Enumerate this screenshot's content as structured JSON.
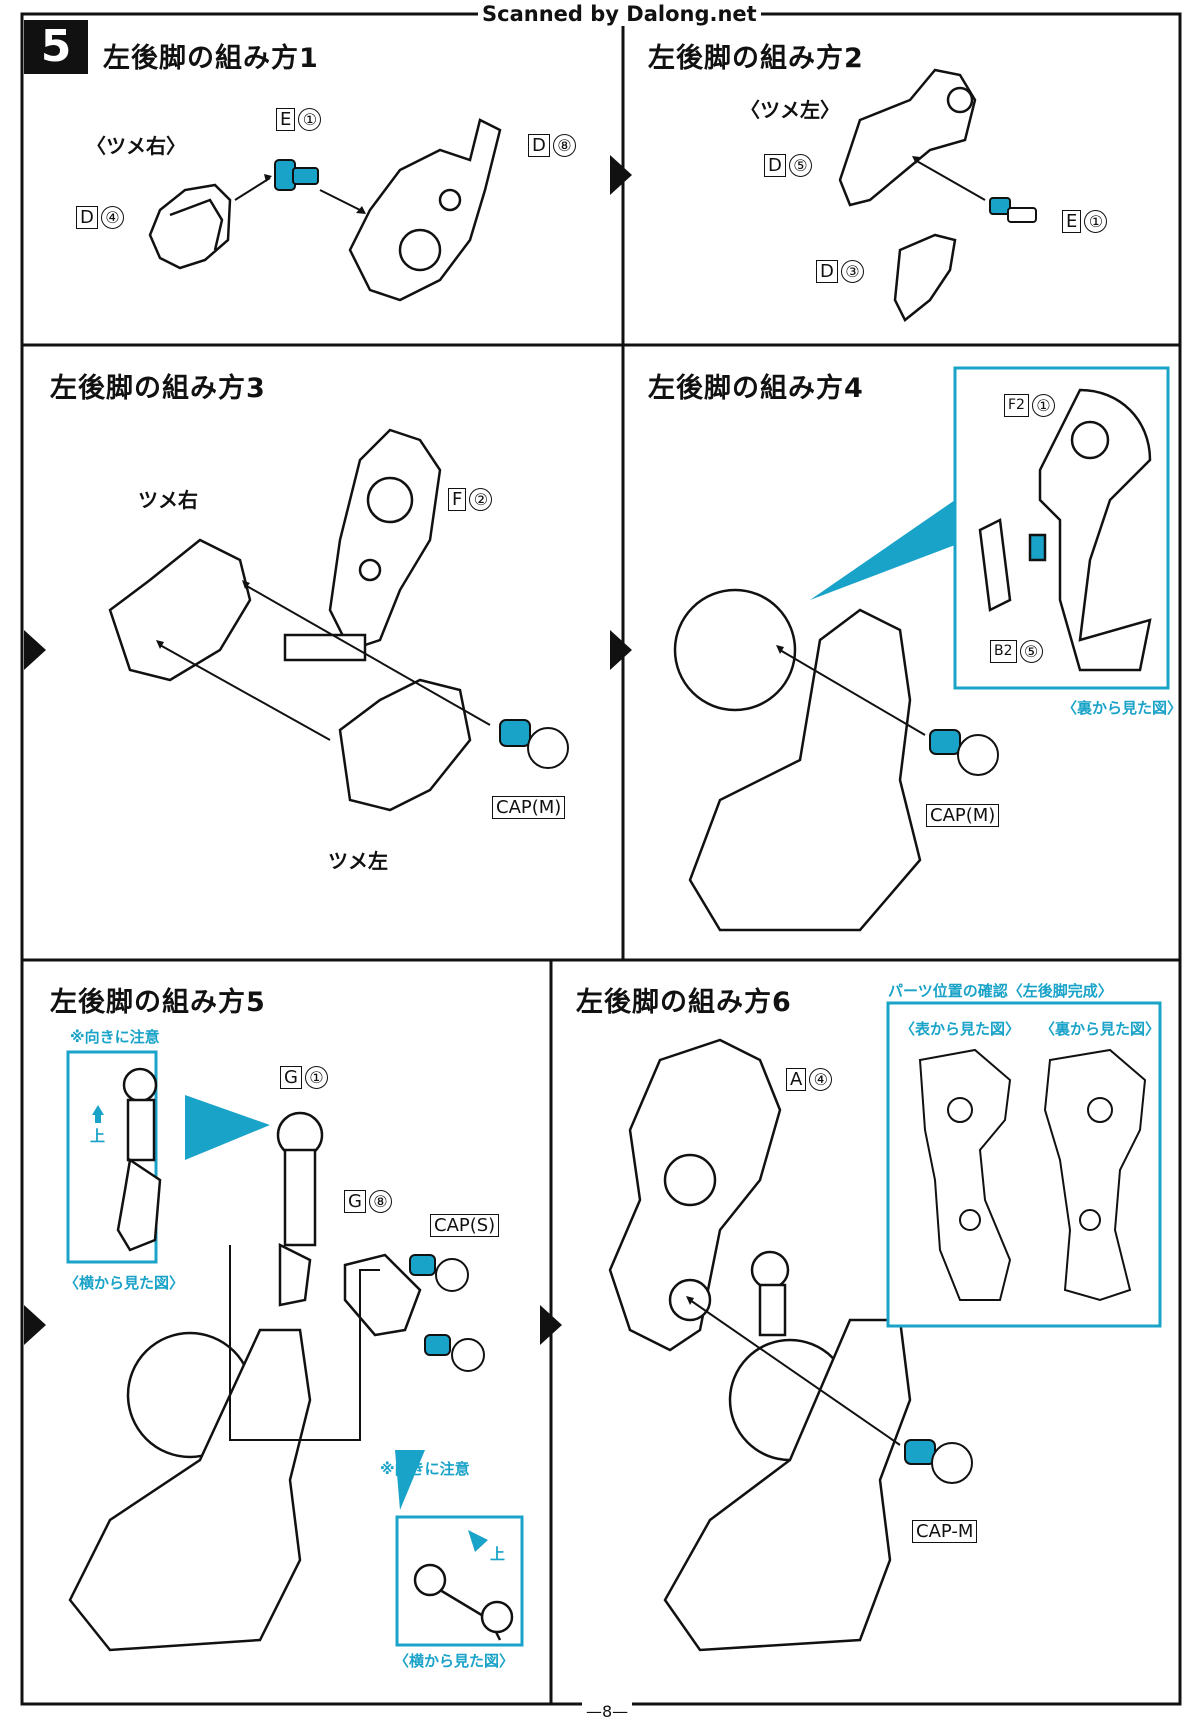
{
  "header": {
    "watermark": "Scanned by Dalong.net",
    "step_number": "5"
  },
  "panels": {
    "p1": {
      "title": "左後脚の組み方1",
      "claw_label": "〈ツメ右〉",
      "parts": [
        {
          "letter": "E",
          "num": "①"
        },
        {
          "letter": "D",
          "num": "⑧"
        },
        {
          "letter": "D",
          "num": "④"
        }
      ]
    },
    "p2": {
      "title": "左後脚の組み方2",
      "claw_label": "〈ツメ左〉",
      "parts": [
        {
          "letter": "D",
          "num": "⑤"
        },
        {
          "letter": "E",
          "num": "①"
        },
        {
          "letter": "D",
          "num": "③"
        }
      ]
    },
    "p3": {
      "title": "左後脚の組み方3",
      "claw_right": "ツメ右",
      "claw_left": "ツメ左",
      "parts": [
        {
          "letter": "F",
          "num": "②"
        }
      ],
      "cap": "CAP(M)"
    },
    "p4": {
      "title": "左後脚の組み方4",
      "parts": [
        {
          "letter": "F2",
          "num": "①"
        },
        {
          "letter": "B2",
          "num": "⑤"
        }
      ],
      "view_note": "〈裏から見た図〉",
      "cap": "CAP(M)"
    },
    "p5": {
      "title": "左後脚の組み方5",
      "caution": "※向きに注意",
      "up": "上",
      "view_note": "〈横から見た図〉",
      "parts": [
        {
          "letter": "G",
          "num": "①"
        },
        {
          "letter": "G",
          "num": "⑧"
        }
      ],
      "cap": "CAP(S)",
      "caution2": "※向きに注意",
      "up2": "上",
      "view_note2": "〈横から見た図〉"
    },
    "p6": {
      "title": "左後脚の組み方6",
      "parts": [
        {
          "letter": "A",
          "num": "④"
        }
      ],
      "cap": "CAP-M",
      "confirm_title": "パーツ位置の確認〈左後脚完成〉",
      "front_view": "〈表から見た図〉",
      "back_view": "〈裏から見た図〉"
    }
  },
  "footer": {
    "page": "—8—"
  },
  "colors": {
    "accent": "#1aa3c8",
    "line": "#111111"
  }
}
